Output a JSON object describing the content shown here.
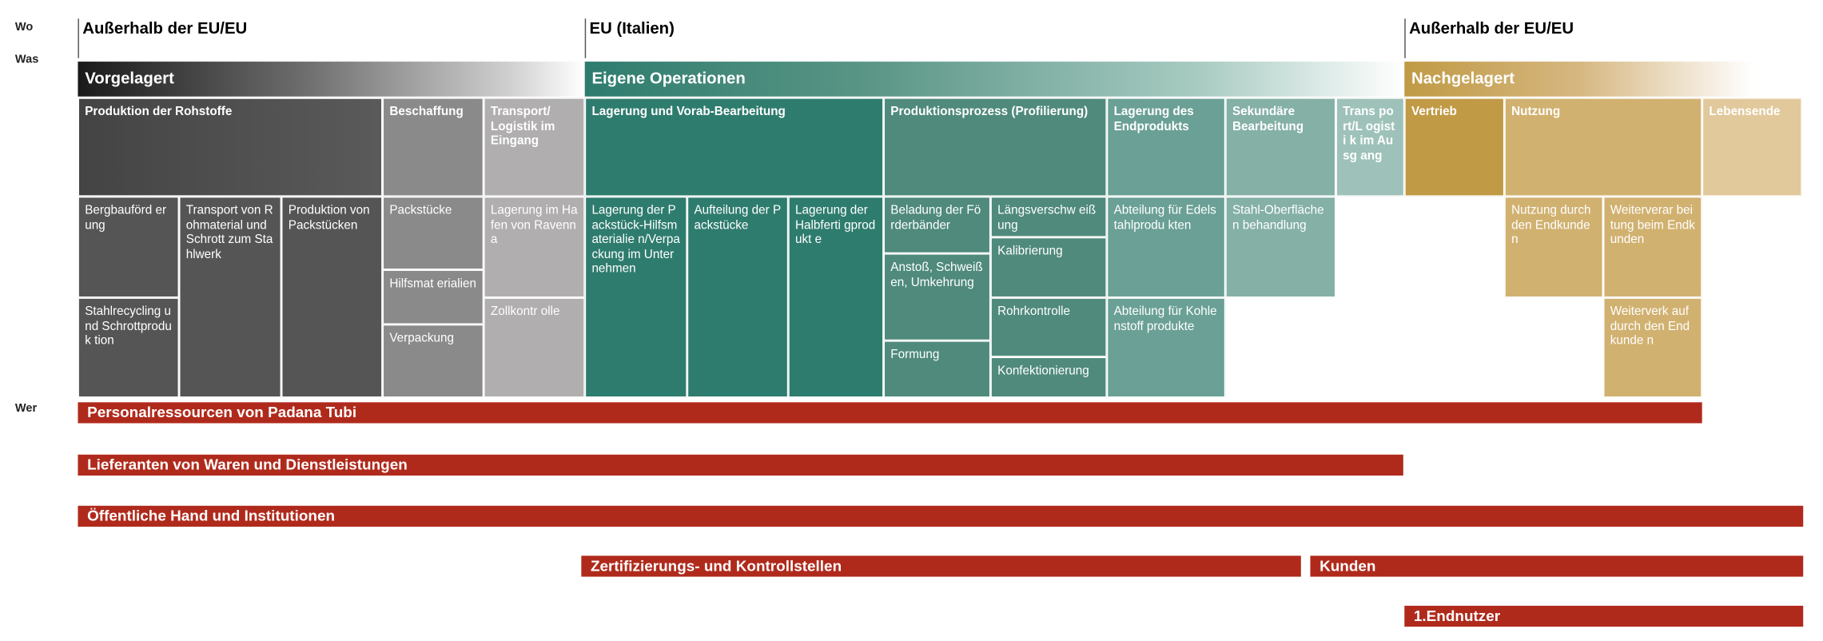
{
  "row_labels": {
    "wo": "Wo",
    "was": "Was",
    "wer": "Wer"
  },
  "regions": {
    "left": "Außerhalb der EU/EU",
    "mid": "EU (Italien)",
    "right": "Außerhalb der EU/EU"
  },
  "bands": {
    "upstream": "Vorgelagert",
    "own": "Eigene Operationen",
    "downstream": "Nachgelagert"
  },
  "headers": {
    "rohstoffe": "Produktion der Rohstoffe",
    "beschaffung": "Beschaffung",
    "transport_in": "Transport/ Logistik im Eingang",
    "lagerung": "Lagerung und Vorab-Bearbeitung",
    "produktion": "Produktionsprozess (Profilierung)",
    "lagerung_end": "Lagerung des Endprodukts",
    "sekundaer": "Sekundäre Bearbeitung",
    "transport_out": "Trans port/L ogisti k im Ausg ang",
    "vertrieb": "Vertrieb",
    "nutzung": "Nutzung",
    "lebensende": "Lebensende"
  },
  "cells": {
    "bergbau": "Bergbauförd erung",
    "stahlrecycling": "Stahlrecycling und Schrottproduk tion",
    "transport_roh": "Transport von Rohmaterial und Schrott zum Stahlwerk",
    "produktion_pack": "Produktion von Packstücken",
    "packstuecke": "Packstücke",
    "hilfsmat": "Hilfsmat erialien",
    "verpackung": "Verpackung",
    "lagerung_hafen": "Lagerung im Hafen von Ravenna",
    "zollkontrolle": "Zollkontr olle",
    "lagerung_pack": "Lagerung der Packstück-Hilfsmaterialie n/Verpackung im Unternehmen",
    "aufteilung": "Aufteilung der Packstücke",
    "lagerung_halb": "Lagerung der Halbferti gprodukt e",
    "beladung": "Beladung der Förderbänder",
    "anstoss": "Anstoß, Schweißen, Umkehrung",
    "formung": "Formung",
    "laengs": "Längsverschw eißung",
    "kalibrierung": "Kalibrierung",
    "rohrkontrolle": "Rohrkontrolle",
    "konfektion": "Konfektionierung",
    "edelstahl": "Abteilung für Edelstahlprodu kten",
    "kohlenstoff": "Abteilung für Kohlenstoff produkte",
    "oberflaechen": "Stahl-Oberflächen behandlung",
    "nutzung_end": "Nutzung durch den Endkunden",
    "weiterverar": "Weiterverar beitung beim Endkunden",
    "weiterverk": "Weiterverk auf durch den Endkunde n"
  },
  "actors": {
    "personal": "Personalressourcen von Padana Tubi",
    "lieferanten": "Lieferanten von Waren und Dienstleistungen",
    "oeffentlich": "Öffentliche Hand und Institutionen",
    "zertifizierung": "Zertifizierungs- und Kontrollstellen",
    "kunden": "Kunden",
    "endnutzer": "1.Endnutzer"
  },
  "colors": {
    "dark_gray": "#555555",
    "mid_gray": "#8a8a8a",
    "light_gray": "#b0aeae",
    "teal_dark": "#2e7c6e",
    "teal_mid": "#4f8a7c",
    "teal_light": "#6aa095",
    "teal_pale": "#84b0a6",
    "teal_palest": "#9ec2b9",
    "gold_dark": "#c09a45",
    "gold_mid": "#d1b170",
    "gold_pale": "#e1c99c",
    "red": "#b02a1c"
  }
}
